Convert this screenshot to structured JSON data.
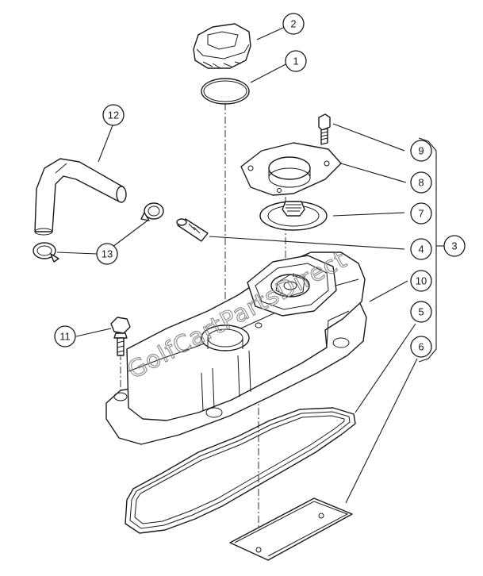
{
  "diagram": {
    "watermark": "GolfCartPartsDirect",
    "callouts": [
      "1",
      "2",
      "3",
      "4",
      "5",
      "6",
      "7",
      "8",
      "9",
      "10",
      "11",
      "12",
      "13"
    ]
  }
}
